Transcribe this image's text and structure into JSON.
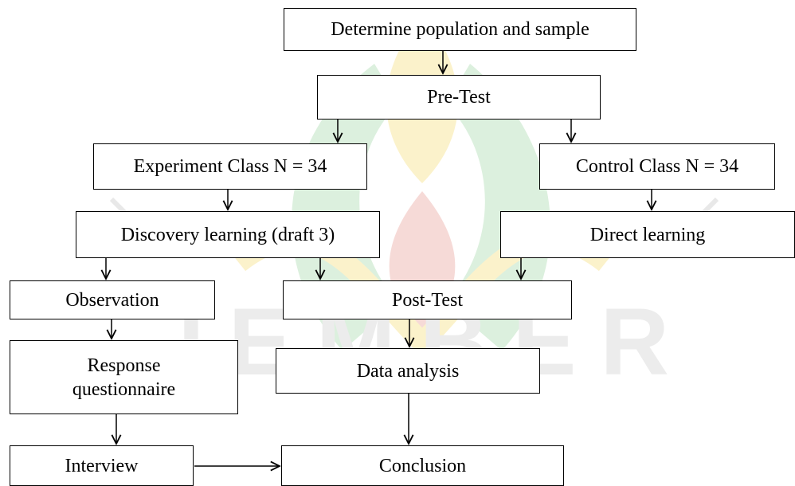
{
  "watermark": {
    "text": "JEMBER",
    "colors": {
      "green": "#d9efdb",
      "yellow": "#fbf1c6",
      "red": "#f6d6d3",
      "gray": "#e6e6e6"
    }
  },
  "nodes": {
    "determine_population": {
      "label": "Determine population and sample"
    },
    "pre_test": {
      "label": "Pre-Test"
    },
    "experiment_class": {
      "label": "Experiment Class N = 34"
    },
    "control_class": {
      "label": "Control Class N = 34"
    },
    "discovery_learning": {
      "label": "Discovery learning (draft 3)"
    },
    "direct_learning": {
      "label": "Direct learning"
    },
    "observation": {
      "label": "Observation"
    },
    "post_test": {
      "label": "Post-Test"
    },
    "response_questionnaire": {
      "label": "Response questionnaire"
    },
    "data_analysis": {
      "label": "Data analysis"
    },
    "interview": {
      "label": "Interview"
    },
    "conclusion": {
      "label": "Conclusion"
    }
  }
}
